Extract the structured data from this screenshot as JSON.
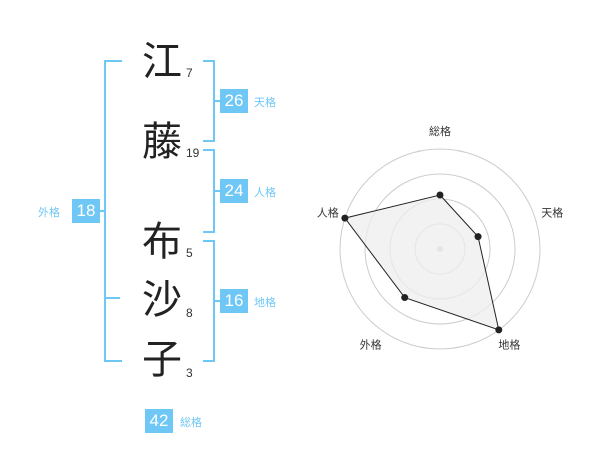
{
  "name": {
    "chars": [
      {
        "char": "江",
        "strokes": "7"
      },
      {
        "char": "藤",
        "strokes": "19"
      },
      {
        "char": "布",
        "strokes": "5"
      },
      {
        "char": "沙",
        "strokes": "8"
      },
      {
        "char": "子",
        "strokes": "3"
      }
    ]
  },
  "fortune": {
    "tenkaku": {
      "value": "26",
      "label": "天格"
    },
    "jinkaku": {
      "value": "24",
      "label": "人格"
    },
    "chikaku": {
      "value": "16",
      "label": "地格"
    },
    "gaikaku": {
      "value": "18",
      "label": "外格"
    },
    "soukaku": {
      "value": "42",
      "label": "総格"
    }
  },
  "colors": {
    "accent": "#6fc7f5",
    "text": "#333333",
    "radar_fill": "#eeeeee",
    "radar_grid": "#cccccc"
  },
  "chart_data": {
    "type": "radar",
    "axes": [
      "総格",
      "天格",
      "地格",
      "外格",
      "人格"
    ],
    "values": [
      2.7,
      2.0,
      5.0,
      3.0,
      5.0
    ],
    "max": 5,
    "rings": 4
  }
}
